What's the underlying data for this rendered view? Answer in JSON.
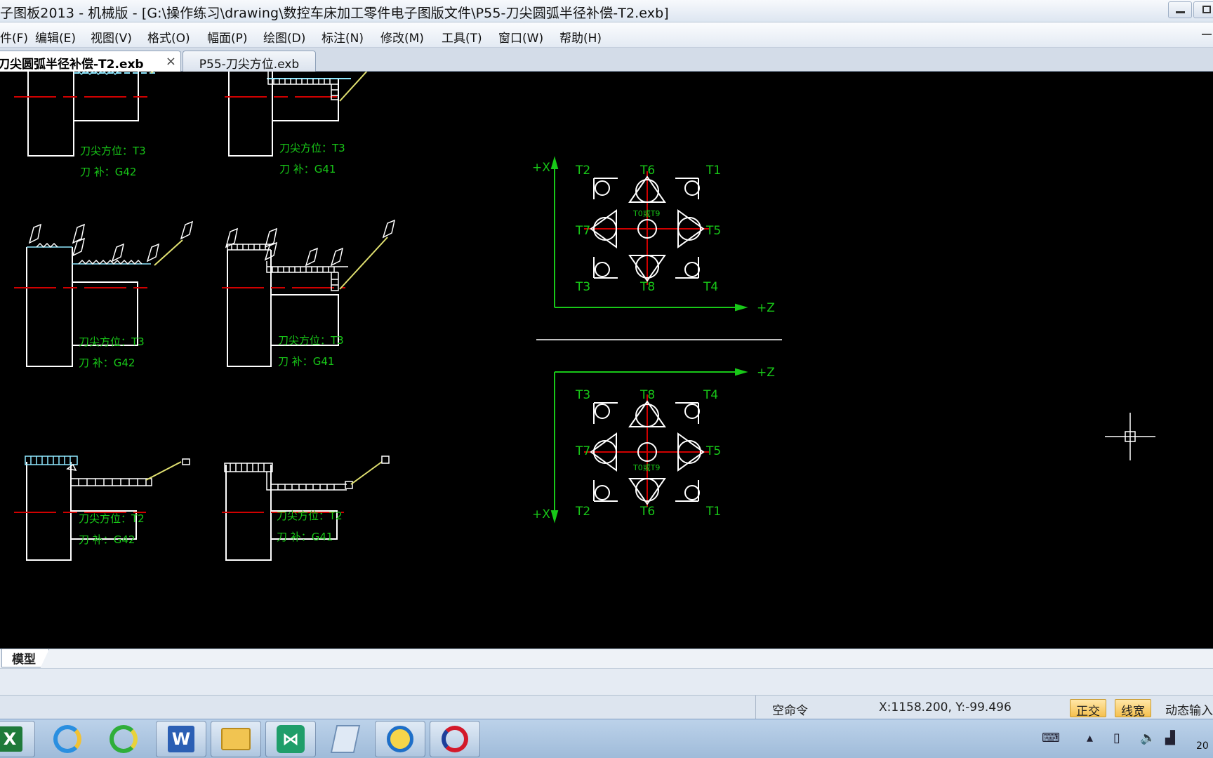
{
  "window": {
    "title": "子图板2013 - 机械版 - [G:\\操作练习\\drawing\\数控车床加工零件电子图版文件\\P55-刀尖圆弧半径补偿-T2.exb]"
  },
  "menu": {
    "items": [
      "件(F)",
      "编辑(E)",
      "视图(V)",
      "格式(O)",
      "幅面(P)",
      "绘图(D)",
      "标注(N)",
      "修改(M)",
      "工具(T)",
      "窗口(W)",
      "帮助(H)"
    ]
  },
  "tabs": {
    "active": "刀尖圆弧半径补偿-T2.exb",
    "inactive": "P55-刀尖方位.exb",
    "close_icon": "×"
  },
  "drawing": {
    "colors": {
      "background": "#000000",
      "outline": "#ffffff",
      "center_line": "#d00000",
      "annotation": "#18c818",
      "cyan": "#8fe8ff",
      "yellow": "#e0e070"
    },
    "parts": [
      {
        "position_label": "刀尖方位：T3",
        "comp_label": "刀    补：G42"
      },
      {
        "position_label": "刀尖方位：T3",
        "comp_label": "刀    补：G41"
      },
      {
        "position_label": "刀尖方位：T3",
        "comp_label": "刀    补：G42"
      },
      {
        "position_label": "刀尖方位：T3",
        "comp_label": "刀    补：G41"
      },
      {
        "position_label": "刀尖方位：T2",
        "comp_label": "刀    补：G42"
      },
      {
        "position_label": "刀尖方位：T2",
        "comp_label": "刀    补：G41"
      }
    ],
    "upper_diagram": {
      "axis_x": "+X",
      "axis_z": "+Z",
      "labels": {
        "t1": "T1",
        "t2": "T2",
        "t3": "T3",
        "t4": "T4",
        "t5": "T5",
        "t6": "T6",
        "t7": "T7",
        "t8": "T8",
        "center": "T0或T9"
      }
    },
    "lower_diagram": {
      "axis_x": "+X",
      "axis_z": "+Z",
      "labels": {
        "t1": "T1",
        "t2": "T2",
        "t3": "T3",
        "t4": "T4",
        "t5": "T5",
        "t6": "T6",
        "t7": "T7",
        "t8": "T8",
        "center": "T0或T9"
      }
    }
  },
  "model_tab": "模型",
  "status": {
    "command": "空命令",
    "coordinates": "X:1158.200, Y:-99.496",
    "ortho_button": "正交",
    "lineweight_button": "线宽",
    "dynamic_input": "动态输入"
  },
  "taskbar": {
    "apps": [
      "excel-icon",
      "ie-icon",
      "ie-icon",
      "word-icon",
      "explorer-icon",
      "mindmanager-icon",
      "notepad-icon",
      "search-app-icon",
      "caxa-icon"
    ],
    "clock": "20"
  }
}
